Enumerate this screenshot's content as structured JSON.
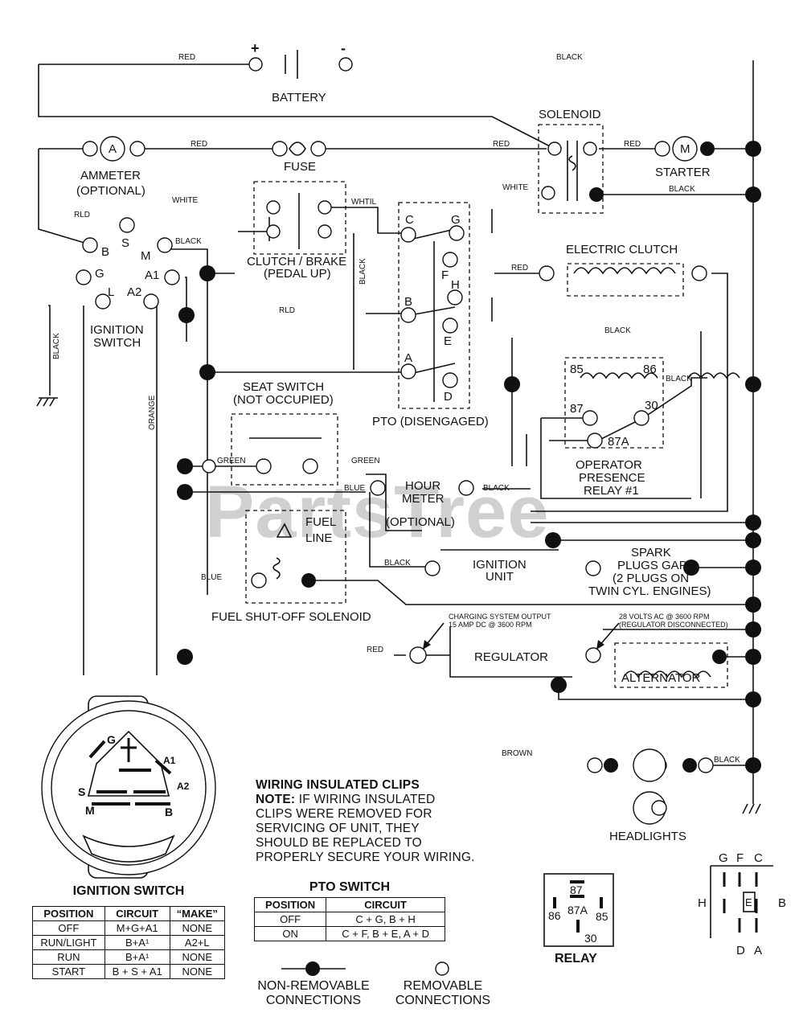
{
  "watermark": "PartsTree",
  "components": {
    "battery": "BATTERY",
    "battery_pos": "+",
    "battery_neg": "-",
    "solenoid": "SOLENOID",
    "starter": "STARTER",
    "starter_symbol": "M",
    "ammeter": "AMMETER",
    "ammeter_opt": "(OPTIONAL)",
    "ammeter_symbol": "A",
    "fuse": "FUSE",
    "clutch_brake": "CLUTCH / BRAKE",
    "clutch_brake_sub": "(PEDAL UP)",
    "ignition_switch": "IGNITION",
    "ignition_switch2": "SWITCH",
    "electric_clutch": "ELECTRIC CLUTCH",
    "pto": "PTO (DISENGAGED)",
    "seat_switch": "SEAT SWITCH",
    "seat_switch_sub": "(NOT OCCUPIED)",
    "hour_meter": "HOUR",
    "hour_meter2": "METER",
    "hour_meter_opt": "(OPTIONAL)",
    "fuel_line": "FUEL",
    "fuel_line2": "LINE",
    "fuel_solenoid": "FUEL SHUT-OFF SOLENOID",
    "ignition_unit": "IGNITION",
    "ignition_unit2": "UNIT",
    "spark_plugs": [
      "SPARK",
      "PLUGS GAP",
      "(2 PLUGS ON",
      "TWIN CYL. ENGINES)"
    ],
    "regulator": "REGULATOR",
    "alternator": "ALTERNATOR",
    "charging_note": [
      "CHARGING SYSTEM OUTPUT",
      "15 AMP DC @ 3600 RPM"
    ],
    "ac_note": [
      "28 VOLTS AC @ 3600 RPM",
      "(REGULATOR DISCONNECTED)"
    ],
    "headlights": "HEADLIGHTS",
    "opr": [
      "OPERATOR",
      "PRESENCE",
      "RELAY #1"
    ],
    "relay_pins": [
      "85",
      "86",
      "87",
      "30",
      "87A"
    ],
    "ign_terms": [
      "S",
      "B",
      "M",
      "G",
      "A1",
      "L",
      "A2"
    ],
    "pto_terms": [
      "C",
      "G",
      "F",
      "H",
      "B",
      "E",
      "A",
      "D"
    ]
  },
  "wires": {
    "red": "RED",
    "black": "BLACK",
    "white": "WHITE",
    "green": "GREEN",
    "blue": "BLUE",
    "orange": "ORANGE",
    "brown": "BROWN",
    "rld": "RLD",
    "whtl": "WHTIL"
  },
  "ignition_table": {
    "title": "IGNITION SWITCH",
    "headers": [
      "POSITION",
      "CIRCUIT",
      "“MAKE”"
    ],
    "rows": [
      [
        "OFF",
        "M+G+A1",
        "NONE"
      ],
      [
        "RUN/LIGHT",
        "B+A¹",
        "A2+L"
      ],
      [
        "RUN",
        "B+A¹",
        "NONE"
      ],
      [
        "START",
        "B + S + A1",
        "NONE"
      ]
    ]
  },
  "pto_table": {
    "title": "PTO SWITCH",
    "headers": [
      "POSITION",
      "CIRCUIT"
    ],
    "rows": [
      [
        "OFF",
        "C + G, B + H"
      ],
      [
        "ON",
        "C + F, B + E, A + D"
      ]
    ]
  },
  "note": {
    "heading": "WIRING INSULATED CLIPS",
    "note_label": "NOTE:",
    "lines": [
      " IF WIRING INSULATED",
      "CLIPS WERE REMOVED FOR",
      "SERVICING OF UNIT, THEY",
      "SHOULD BE REPLACED TO",
      "PROPERLY SECURE YOUR WIRING."
    ]
  },
  "legend": {
    "non_removable": [
      "NON-REMOVABLE",
      "CONNECTIONS"
    ],
    "removable": [
      "REMOVABLE",
      "CONNECTIONS"
    ]
  },
  "relay_box": {
    "title": "RELAY",
    "pins": [
      "87",
      "86",
      "87A",
      "85",
      "30"
    ]
  },
  "pto_diagram": {
    "top": [
      "G",
      "F",
      "C"
    ],
    "left": "H",
    "mid": "E",
    "right": "B",
    "bottom": [
      "D",
      "A"
    ]
  },
  "ign_face": {
    "labels": [
      "G",
      "A1",
      "A2",
      "S",
      "M",
      "B"
    ]
  }
}
